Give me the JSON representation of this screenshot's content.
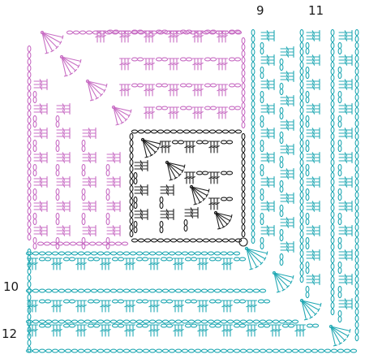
{
  "diagram": {
    "type": "crochet-chart",
    "colors": {
      "center_block": "#1f1f1f",
      "pink_rounds": "#c86ec4",
      "teal_rounds": "#23a9b4"
    },
    "row_labels": [
      "9",
      "11",
      "10",
      "12"
    ]
  }
}
